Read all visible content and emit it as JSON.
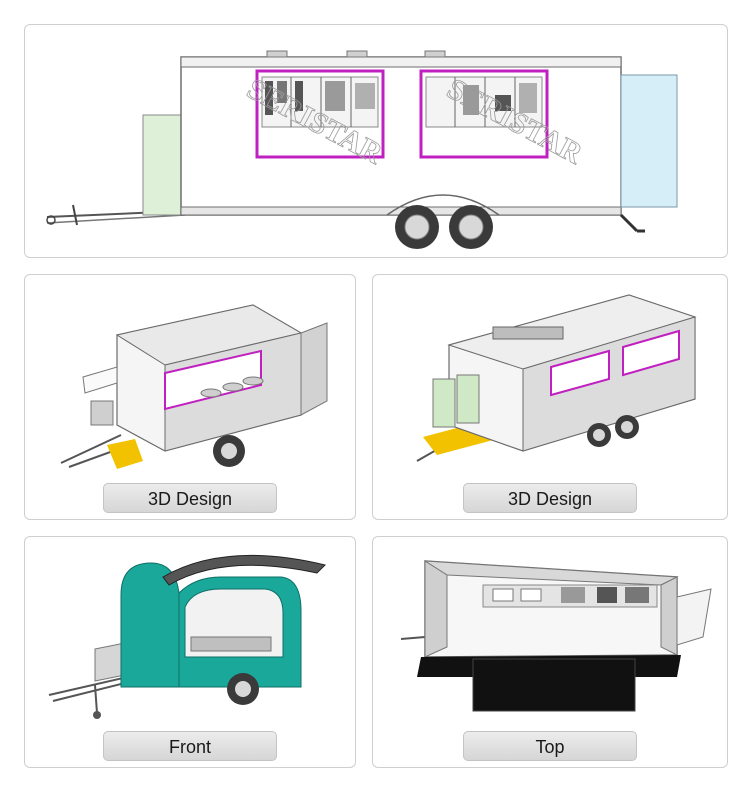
{
  "watermark": "SERISTAR",
  "panels": [
    {
      "caption": "3D Design"
    },
    {
      "caption": "3D Design"
    },
    {
      "caption": "Front"
    },
    {
      "caption": "Top"
    }
  ],
  "colors": {
    "panel_border": "#cfcfcf",
    "caption_bg": "#e2e2e2",
    "window_frame": "#c020c0",
    "door_green": "#dff0d8",
    "door_blue": "#d6eef8",
    "teal_trailer": "#19a89a",
    "top_floor": "#111111"
  }
}
